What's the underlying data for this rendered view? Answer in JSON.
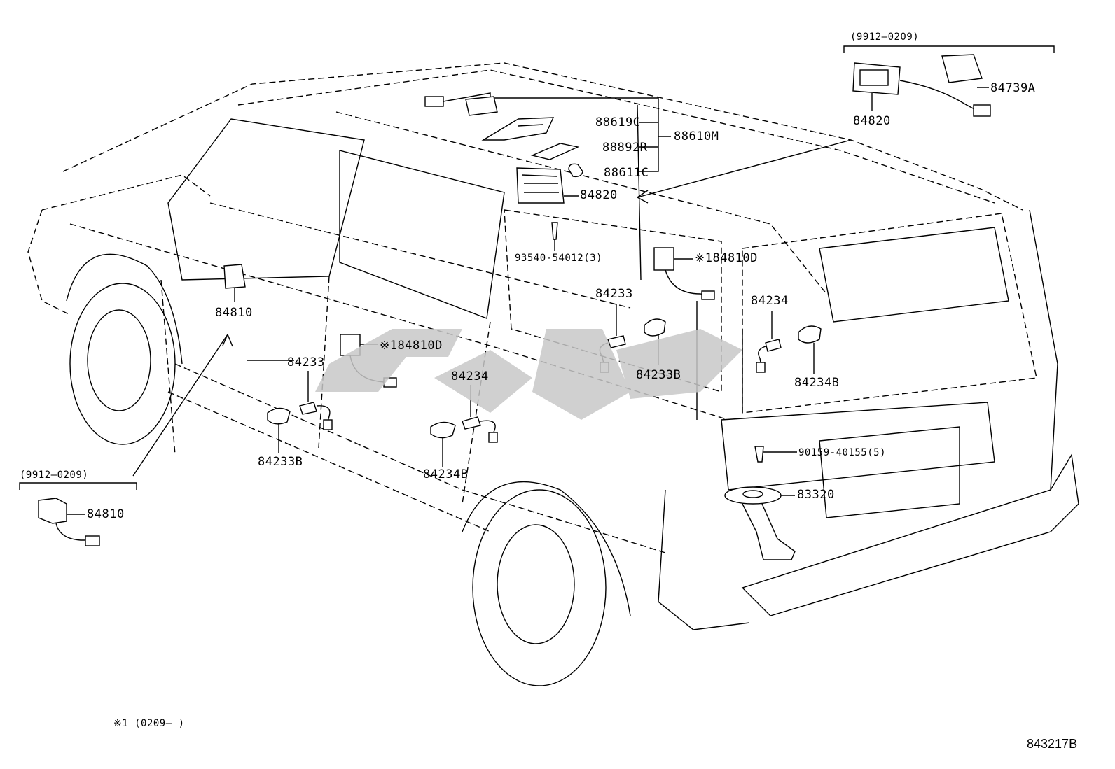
{
  "diagram_id": "843217B",
  "footnote": "※1 (0209–      )",
  "date_ranges": {
    "top_right": "(9912–0209)",
    "bottom_left": "(9912–0209)"
  },
  "labels": {
    "p88619C": "88619C",
    "p88610M": "88610M",
    "p88892R": "88892R",
    "p88611C": "88611C",
    "p84820_center": "84820",
    "p84820_top": "84820",
    "p84739A": "84739A",
    "p93540": "93540-54012(3)",
    "p84810D_right": "※184810D",
    "p84810D_left": "※184810D",
    "p84810_door": "84810",
    "p84810_detail": "84810",
    "p84233_left": "84233",
    "p84233B_left": "84233B",
    "p84234_left": "84234",
    "p84234B_left": "84234B",
    "p84233_rear": "84233",
    "p84233B_rear": "84233B",
    "p84234_rear": "84234",
    "p84234B_rear": "84234B",
    "p90159": "90159-40155(5)",
    "p83320": "83320"
  },
  "colors": {
    "line": "#000000",
    "watermark": "#c8c8c8",
    "background": "#ffffff"
  }
}
